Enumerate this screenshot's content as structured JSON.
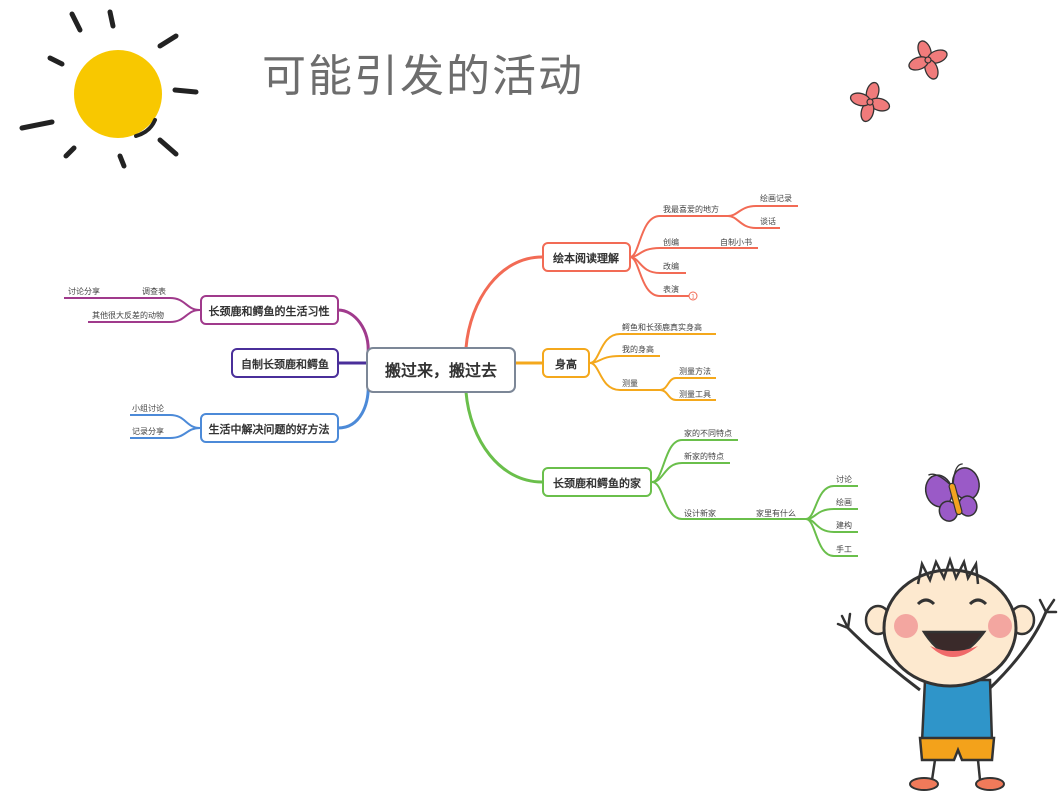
{
  "title": "可能引发的活动",
  "mindmap": {
    "center": "搬过来，搬过去",
    "branches": {
      "reading": {
        "label": "绘本阅读理解",
        "color": "#f26b55",
        "fav_place": "我最喜爱的地方",
        "draw_record": "绘画记录",
        "talk": "谈话",
        "create": "创编",
        "self_book": "自制小书",
        "adapt": "改编",
        "perform": "表演",
        "perform_badge": "1"
      },
      "height": {
        "label": "身高",
        "color": "#f4a81c",
        "real_height": "鳄鱼和长颈鹿真实身高",
        "my_height": "我的身高",
        "measure": "测量",
        "method": "测量方法",
        "tools": "测量工具"
      },
      "home": {
        "label": "长颈鹿和鳄鱼的家",
        "color": "#6abf4b",
        "diff": "家的不同特点",
        "new_feat": "新家的特点",
        "design": "设计新家",
        "what": "家里有什么",
        "discuss": "讨论",
        "paint": "绘画",
        "build": "建构",
        "craft": "手工"
      },
      "habits": {
        "label": "长颈鹿和鳄鱼的生活习性",
        "color": "#a03a8c",
        "survey": "调查表",
        "share": "讨论分享",
        "others": "其他很大反差的动物"
      },
      "make": {
        "label": "自制长颈鹿和鳄鱼",
        "color": "#4a2f9a"
      },
      "solve": {
        "label": "生活中解决问题的好方法",
        "color": "#4c8ad8",
        "group": "小组讨论",
        "record": "记录分享"
      }
    }
  },
  "decorations": [
    "sun-icon",
    "flower-icon",
    "butterfly-icon",
    "boy-illustration"
  ]
}
